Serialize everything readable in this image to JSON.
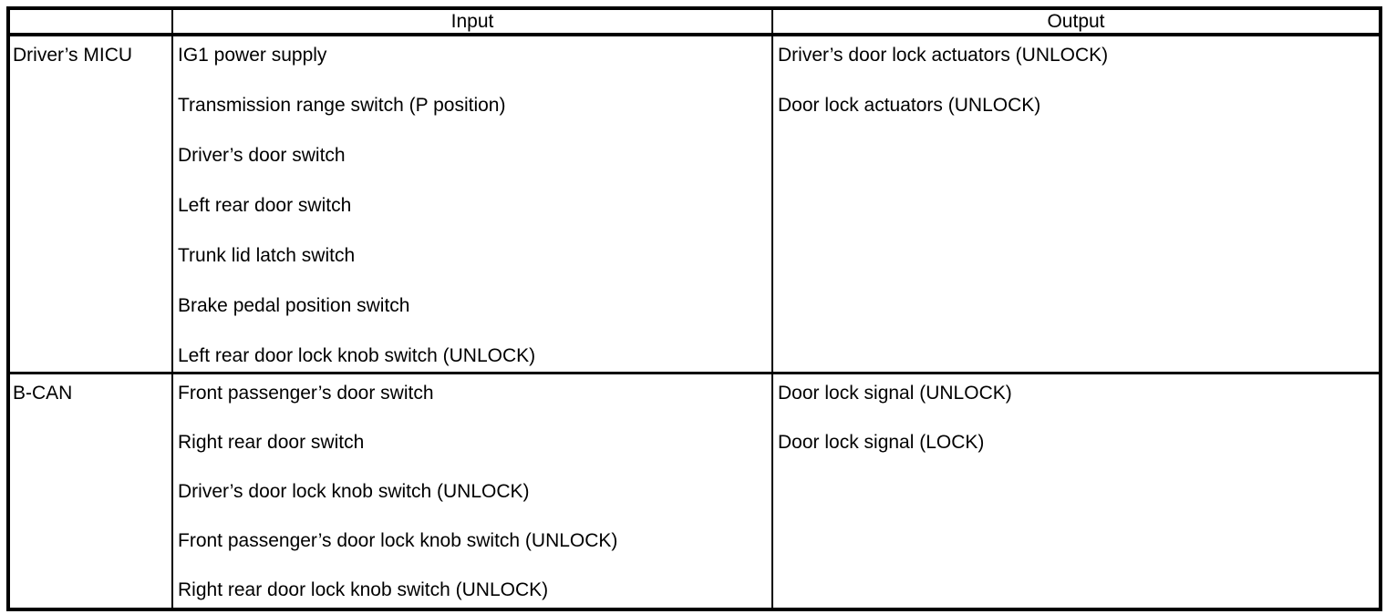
{
  "colors": {
    "border": "#000000",
    "text": "#000000",
    "background": "#ffffff"
  },
  "table": {
    "headers": {
      "source": "",
      "input": "Input",
      "output": "Output"
    },
    "rows": [
      {
        "source": "Driver’s MICU",
        "inputs": [
          "IG1 power supply",
          "Transmission range switch (P position)",
          "Driver’s door switch",
          "Left rear door switch",
          "Trunk lid latch switch",
          "Brake pedal position switch",
          "Left rear door lock knob switch (UNLOCK)"
        ],
        "outputs": [
          "Driver’s door lock actuators (UNLOCK)",
          "Door lock actuators (UNLOCK)"
        ]
      },
      {
        "source": "B-CAN",
        "inputs": [
          "Front passenger’s door switch",
          "Right rear door switch",
          "Driver’s door lock knob switch (UNLOCK)",
          "Front passenger’s door lock knob switch (UNLOCK)",
          "Right rear door lock knob switch (UNLOCK)"
        ],
        "outputs": [
          "Door lock signal (UNLOCK)",
          "Door lock signal (LOCK)"
        ]
      }
    ]
  }
}
